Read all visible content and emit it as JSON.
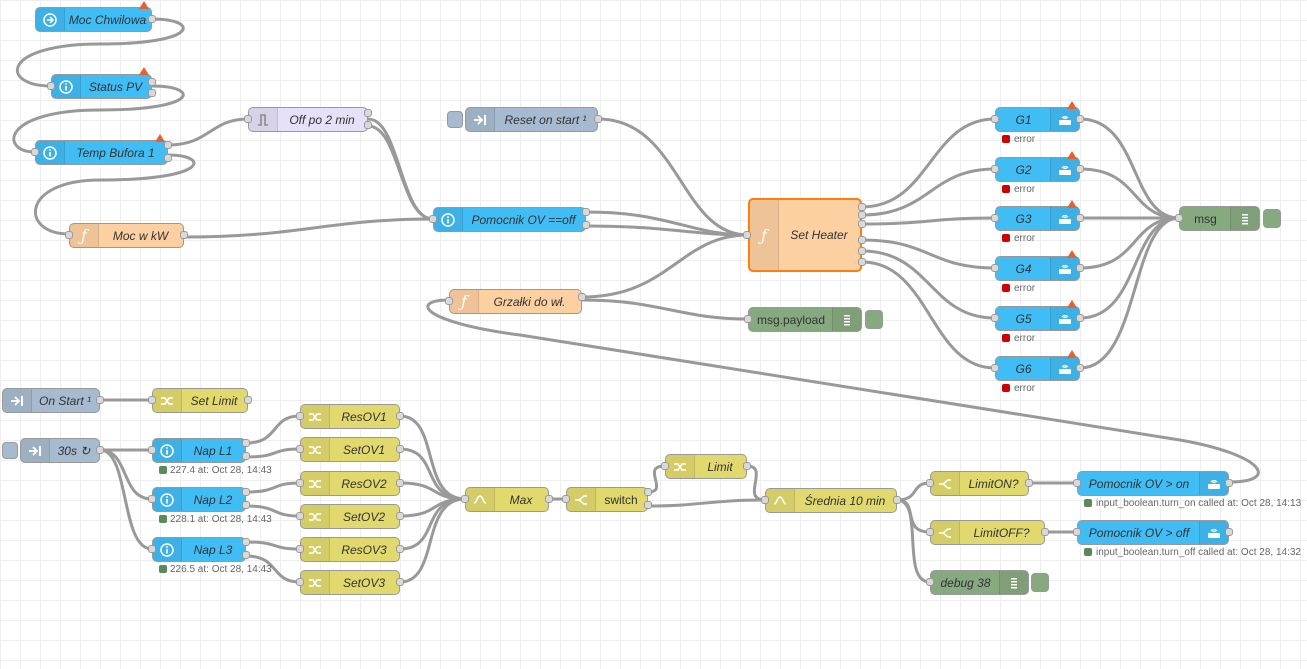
{
  "colors": {
    "ha": "#41bdf5",
    "inject": "#a6bbcf",
    "function": "#fdd0a2",
    "trigger": "#e6e0f8",
    "change": "#e2d96e",
    "debug": "#87a980",
    "wire": "#999999",
    "error": "#cc0000",
    "ok": "#5a8a5a",
    "warning": "#e6612e"
  },
  "nodes": {
    "moc_chwilowa": {
      "label": "Moc Chwilowa",
      "icon": "ha-trigger-icon"
    },
    "status_pv": {
      "label": "Status PV",
      "icon": "info-icon"
    },
    "temp_bufora": {
      "label": "Temp Bufora 1",
      "icon": "info-icon"
    },
    "moc_w_kw": {
      "label": "Moc w kW",
      "icon": "function-icon"
    },
    "off_po_2min": {
      "label": "Off po 2 min",
      "icon": "trigger-icon"
    },
    "reset_on_start": {
      "label": "Reset on start ¹",
      "icon": "inject-icon"
    },
    "pomocnik_ov_off": {
      "label": "Pomocnik OV ==off",
      "icon": "info-icon"
    },
    "grzalki_do_wl": {
      "label": "Grzałki do wł.",
      "icon": "function-icon"
    },
    "set_heater": {
      "label": "Set Heater",
      "icon": "function-icon"
    },
    "msg_payload": {
      "label": "msg.payload",
      "icon": "debug-icon"
    },
    "msg": {
      "label": "msg",
      "icon": "debug-icon"
    },
    "g1": {
      "label": "G1",
      "icon": "ha-service-icon",
      "status": "error"
    },
    "g2": {
      "label": "G2",
      "icon": "ha-service-icon",
      "status": "error"
    },
    "g3": {
      "label": "G3",
      "icon": "ha-service-icon",
      "status": "error"
    },
    "g4": {
      "label": "G4",
      "icon": "ha-service-icon",
      "status": "error"
    },
    "g5": {
      "label": "G5",
      "icon": "ha-service-icon",
      "status": "error"
    },
    "g6": {
      "label": "G6",
      "icon": "ha-service-icon",
      "status": "error"
    },
    "on_start": {
      "label": "On Start ¹",
      "icon": "inject-icon"
    },
    "set_limit": {
      "label": "Set Limit",
      "icon": "change-icon"
    },
    "s30": {
      "label": "30s ↻",
      "icon": "inject-icon"
    },
    "nap_l1": {
      "label": "Nap L1",
      "icon": "info-icon",
      "status": "227.4 at: Oct 28, 14:43"
    },
    "nap_l2": {
      "label": "Nap L2",
      "icon": "info-icon",
      "status": "228.1 at: Oct 28, 14:43"
    },
    "nap_l3": {
      "label": "Nap L3",
      "icon": "info-icon",
      "status": "226.5 at: Oct 28, 14:43"
    },
    "resov1": {
      "label": "ResOV1",
      "icon": "change-icon"
    },
    "setov1": {
      "label": "SetOV1",
      "icon": "change-icon"
    },
    "resov2": {
      "label": "ResOV2",
      "icon": "change-icon"
    },
    "setov2": {
      "label": "SetOV2",
      "icon": "change-icon"
    },
    "resov3": {
      "label": "ResOV3",
      "icon": "change-icon"
    },
    "setov3": {
      "label": "SetOV3",
      "icon": "change-icon"
    },
    "max": {
      "label": "Max",
      "icon": "smooth-icon"
    },
    "switch": {
      "label": "switch",
      "icon": "switch-icon"
    },
    "limit": {
      "label": "Limit",
      "icon": "change-icon"
    },
    "srednia": {
      "label": "Średnia 10 min",
      "icon": "smooth-icon"
    },
    "limit_on": {
      "label": "LimitON?",
      "icon": "switch-icon"
    },
    "limit_off": {
      "label": "LimitOFF?",
      "icon": "switch-icon"
    },
    "pomocnik_on": {
      "label": "Pomocnik OV > on",
      "icon": "ha-service-icon",
      "status": "input_boolean.turn_on called at: Oct 28, 14:13"
    },
    "pomocnik_off": {
      "label": "Pomocnik OV > off",
      "icon": "ha-service-icon",
      "status": "input_boolean.turn_off called at: Oct 28, 14:32"
    },
    "debug38": {
      "label": "debug 38",
      "icon": "debug-icon"
    }
  }
}
